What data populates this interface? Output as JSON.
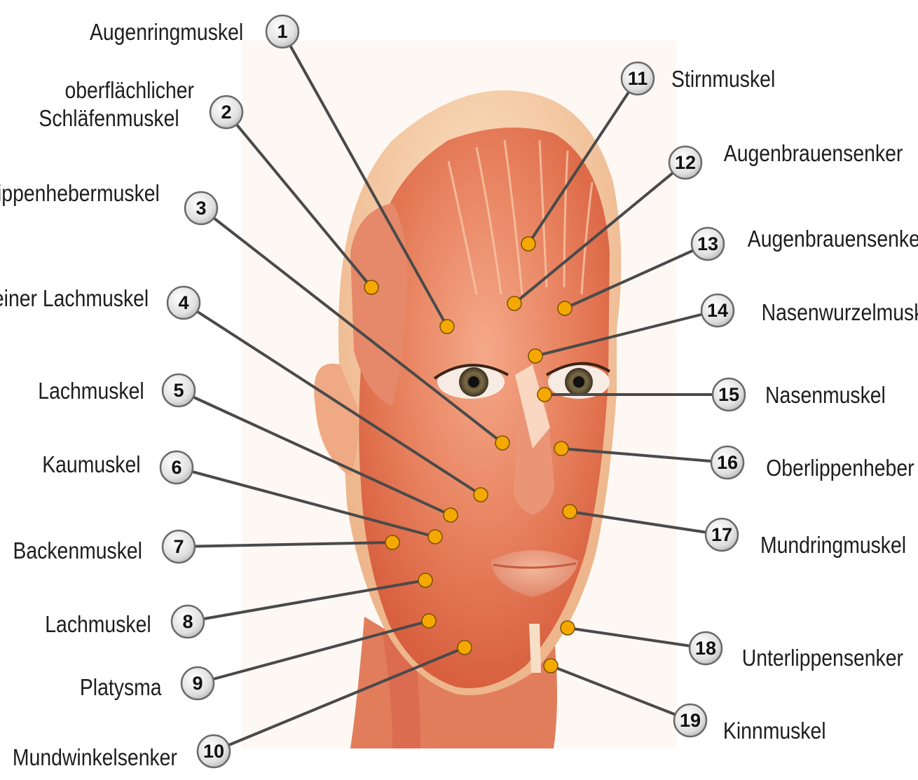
{
  "figure": {
    "accent_marker_color": "#f5a800",
    "leader_line_color": "#4a4a4a",
    "skin_colors": [
      "#f7d6b0",
      "#e98b6a",
      "#d9583d"
    ],
    "muscles": [
      {
        "number": "1",
        "name": "Augenringmuskel"
      },
      {
        "number": "2",
        "name": "oberflächlicher Schläfenmuskel",
        "name_line1": "oberflächlicher",
        "name_line2": "Schläfenmuskel"
      },
      {
        "number": "3",
        "name": "Lippenhebermuskel"
      },
      {
        "number": "4",
        "name": "kleiner Lachmuskel"
      },
      {
        "number": "5",
        "name": "Lachmuskel"
      },
      {
        "number": "6",
        "name": "Kaumuskel"
      },
      {
        "number": "7",
        "name": "Backenmuskel"
      },
      {
        "number": "8",
        "name": "Lachmuskel"
      },
      {
        "number": "9",
        "name": "Platysma"
      },
      {
        "number": "10",
        "name": "Mundwinkelsenker"
      },
      {
        "number": "11",
        "name": "Stirnmuskel"
      },
      {
        "number": "12",
        "name": "Augenbrauensenker"
      },
      {
        "number": "13",
        "name": "Augenbrauensenker"
      },
      {
        "number": "14",
        "name": "Nasenwurzelmuskel"
      },
      {
        "number": "15",
        "name": "Nasenmuskel"
      },
      {
        "number": "16",
        "name": "Oberlippenheber"
      },
      {
        "number": "17",
        "name": "Mundringmuskel"
      },
      {
        "number": "18",
        "name": "Unterlippensenker"
      },
      {
        "number": "19",
        "name": "Kinnmuskel"
      }
    ]
  }
}
